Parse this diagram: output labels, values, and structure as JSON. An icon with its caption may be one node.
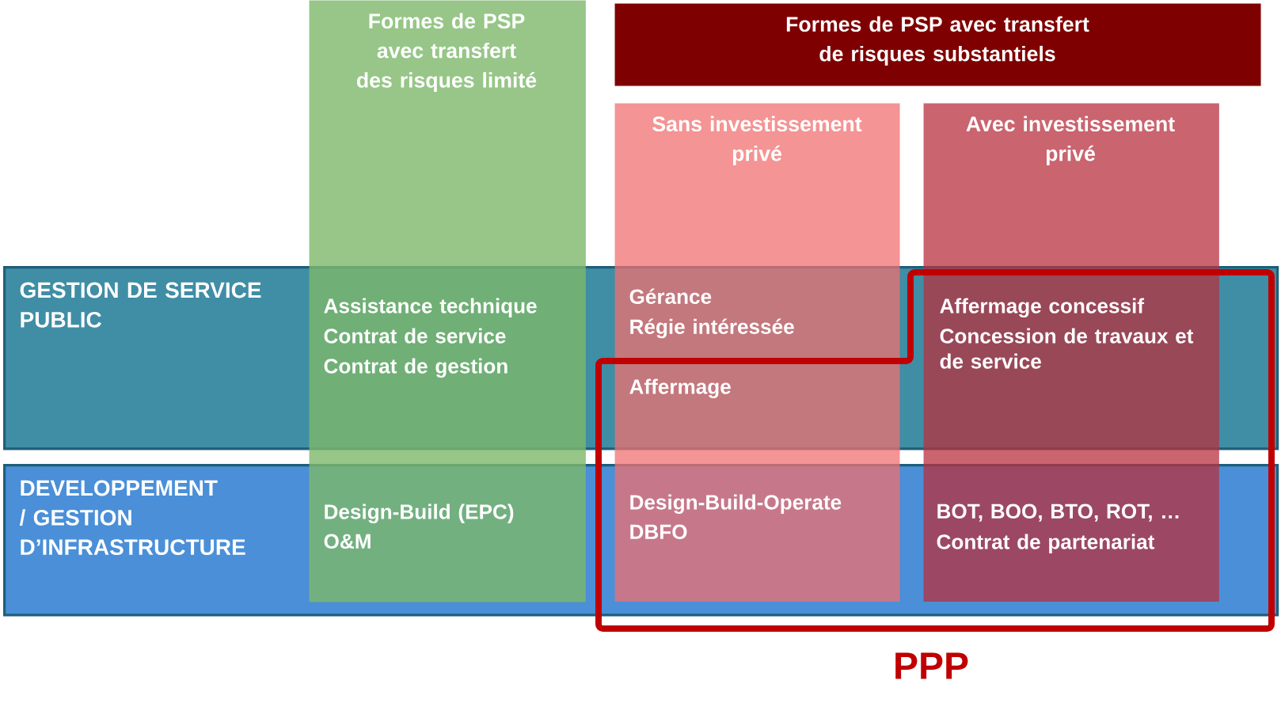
{
  "diagram": {
    "nodes": [
      {
        "text": [
          "Formes de PSP avec transfert des risques limité"
        ]
      },
      {
        "text": [
          "Formes de PSP avec transfert de risques substantiels"
        ]
      },
      {
        "text": [
          "Sans investissement privé"
        ]
      },
      {
        "text": [
          "Avec investissement privé"
        ]
      },
      {
        "text": [
          "GESTION DE SERVICE PUBLIC"
        ]
      },
      {
        "text": [
          "DEVELOPPEMENT / GESTION D’INFRASTRUCTURE"
        ]
      },
      {
        "text": [
          "PPP"
        ]
      }
    ],
    "labels": [
      "Assistance technique",
      "Contrat de service",
      "Contrat de gestion",
      "Gérance",
      "Régie intéressée",
      "Affermage",
      "Affermage concessif",
      "Concession de travaux et de service",
      "Design-Build (EPC)",
      "O&M",
      "Design-Build-Operate",
      "DBFO",
      "BOT, BOO, BTO, ROT, …",
      "Contrat de partenariat"
    ]
  }
}
